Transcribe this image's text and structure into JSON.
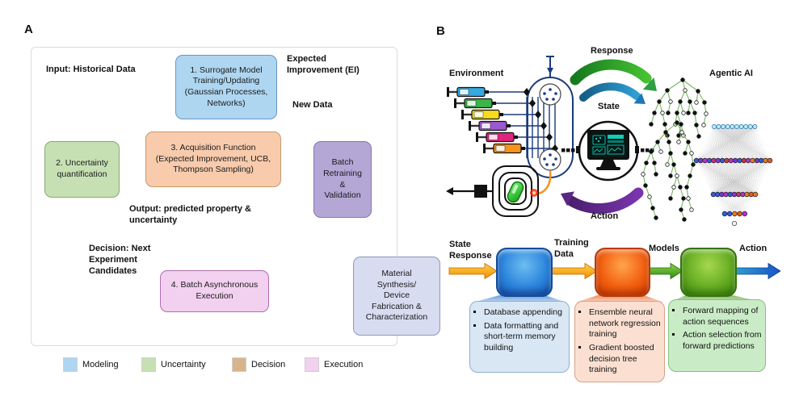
{
  "figure": {
    "panelA": {
      "label": "A",
      "input_label": "Input: Historical Data",
      "boxes": {
        "surrogate": "1. Surrogate Model\nTraining/Updating\n(Gaussian Processes,\nNetworks)",
        "uncertainty": "2. Uncertainty\nquantification",
        "acquisition": "3. Acquisition Function\n(Expected Improvement, UCB,\nThompson Sampling)",
        "retraining": "Batch\nRetraining\n&\nValidation",
        "execution": "4. Batch Asynchronous\nExecution",
        "material": "Material\nSynthesis/\nDevice\nFabrication &\nCharacterization"
      },
      "edge_labels": {
        "expected_improvement": "Expected\nImprovement (EI)",
        "new_data": "New Data",
        "output": "Output: predicted property &\nuncertainty",
        "decision": "Decision: Next\nExperiment\nCandidates"
      },
      "arrow_color": "#1F5F8B",
      "legend": [
        {
          "label": "Modeling",
          "color": "#AED6F1"
        },
        {
          "label": "Uncertainty",
          "color": "#C6E0B4"
        },
        {
          "label": "Decision",
          "color": "#D8B48C"
        },
        {
          "label": "Execution",
          "color": "#F2D0F0"
        }
      ]
    },
    "panelB": {
      "label": "B",
      "environment_label": "Environment",
      "agentic_ai_label": "Agentic AI",
      "arrows": {
        "response": "Response",
        "state": "State",
        "action": "Action"
      },
      "arrow_colors": {
        "response": "#2F9E44",
        "state": "#1F78B4",
        "action": "#6A2D93"
      },
      "syringe_colors": [
        "#36A9E1",
        "#3AB54A",
        "#F5DC1E",
        "#9B59D0",
        "#E0257E",
        "#F7941D"
      ],
      "pipeline": {
        "stage_labels": [
          "State\nResponse",
          "Training\nData",
          "Models",
          "Action"
        ],
        "box_colors": [
          "#1E78D2",
          "#F05A0A",
          "#5FA81E"
        ],
        "callouts": [
          {
            "items": [
              "Database appending",
              "Data formatting and short-term memory building"
            ]
          },
          {
            "items": [
              "Ensemble neural network regression training",
              "Gradient boosted decision tree training"
            ]
          },
          {
            "items": [
              "Forward mapping of action sequences",
              "Action selection from forward predictions"
            ]
          }
        ]
      },
      "nn": {
        "layer_counts": [
          10,
          18,
          11,
          5,
          1
        ],
        "layer_colors": [
          [
            "#BDE9FA"
          ],
          [
            "#2e5bd8",
            "#7a33d8",
            "#b92fd1",
            "#2e5bd8",
            "#d12f6e",
            "#8a33d8",
            "#2e5bd8",
            "#d13b2f",
            "#b92fd1",
            "#7a33d8",
            "#2e5bd8",
            "#d12f2f",
            "#b92fd1",
            "#e87a1f",
            "#7a33d8",
            "#2e5bd8",
            "#e87a1f",
            "#e8591f"
          ],
          [
            "#2e5bd8",
            "#2e5bd8",
            "#7a33d8",
            "#b92fd1",
            "#2e5bd8",
            "#8a33d8",
            "#d12f6e",
            "#b92fd1",
            "#e87a1f",
            "#e8591f",
            "#e87a1f"
          ],
          [
            "#2e5bd8",
            "#2e5bd8",
            "#e87a1f",
            "#e8591f",
            "#b92fd1"
          ],
          [
            "#ffffff"
          ]
        ]
      }
    }
  }
}
